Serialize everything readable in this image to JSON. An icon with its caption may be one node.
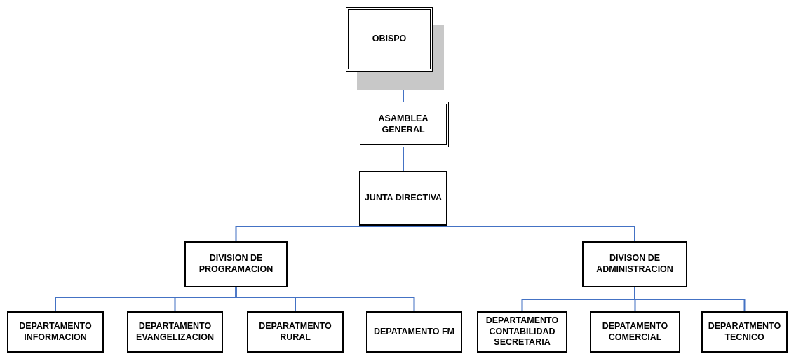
{
  "diagram": {
    "nodes": [
      {
        "text": [
          "OBISPO"
        ]
      },
      {
        "text": [
          "ASAMBLEA GENERAL"
        ]
      },
      {
        "text": [
          "JUNTA DIRECTIVA"
        ]
      },
      {
        "text": [
          "DIVISION DE PROGRAMACION"
        ]
      },
      {
        "text": [
          "DIVISON DE ADMINISTRACION"
        ]
      },
      {
        "text": [
          "DEPARTAMENTO INFORMACION"
        ]
      },
      {
        "text": [
          "DEPARTAMENTO EVANGELIZACION"
        ]
      },
      {
        "text": [
          "DEPARATMENTO RURAL"
        ]
      },
      {
        "text": [
          "DEPATAMENTO FM"
        ]
      },
      {
        "text": [
          "DEPARTAMENTO CONTABILIDAD SECRETARIA"
        ]
      },
      {
        "text": [
          "DEPATAMENTO COMERCIAL"
        ]
      },
      {
        "text": [
          "DEPARATMENTO TECNICO"
        ]
      }
    ],
    "edges": [
      {
        "from": 0,
        "to": 1,
        "arrow": "none"
      },
      {
        "from": 1,
        "to": 2,
        "arrow": "none"
      },
      {
        "from": 2,
        "to": 3,
        "arrow": "none"
      },
      {
        "from": 2,
        "to": 4,
        "arrow": "none"
      },
      {
        "from": 3,
        "to": 5,
        "arrow": "none"
      },
      {
        "from": 3,
        "to": 6,
        "arrow": "none"
      },
      {
        "from": 3,
        "to": 7,
        "arrow": "none"
      },
      {
        "from": 3,
        "to": 8,
        "arrow": "none"
      },
      {
        "from": 4,
        "to": 9,
        "arrow": "none"
      },
      {
        "from": 4,
        "to": 10,
        "arrow": "none"
      },
      {
        "from": 4,
        "to": 11,
        "arrow": "none"
      }
    ]
  }
}
